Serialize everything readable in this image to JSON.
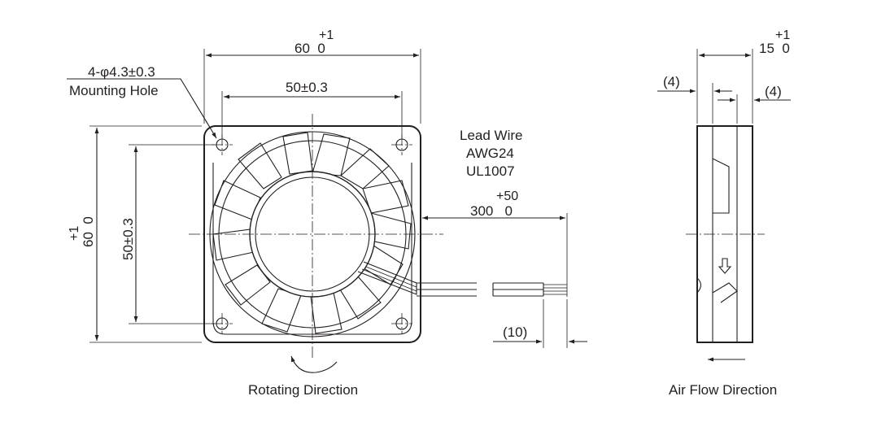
{
  "front_view": {
    "overall_width": {
      "tolerance": "+1",
      "value": "60  0"
    },
    "overall_height": {
      "tolerance": "+1",
      "value": "60  0"
    },
    "hole_pitch_h": "50±0.3",
    "hole_pitch_v": "50±0.3",
    "mounting_hole": {
      "spec": "4-φ4.3±0.3",
      "label": "Mounting Hole"
    },
    "rotating_direction_label": "Rotating Direction"
  },
  "lead_wire": {
    "title": "Lead Wire",
    "gauge": "AWG24",
    "standard": "UL1007",
    "length": {
      "tolerance": "+50",
      "value": "300   0"
    },
    "strip_length": "(10)"
  },
  "side_view": {
    "depth": {
      "tolerance": "+1",
      "value": "15  0"
    },
    "left_offset": "(4)",
    "right_offset": "(4)",
    "air_flow_label": "Air Flow Direction"
  }
}
